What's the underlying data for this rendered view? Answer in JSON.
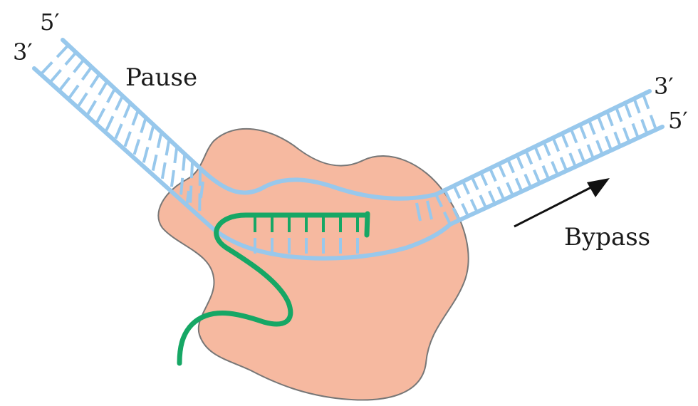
{
  "labels": {
    "left_3prime": "3′",
    "left_5prime": "5′",
    "right_3prime": "3′",
    "right_5prime": "5′",
    "pause": "Pause",
    "bypass": "Bypass"
  },
  "colors": {
    "enzyme_fill": "#f6b9a0",
    "enzyme_outline": "#777777",
    "dna": "#98c8ec",
    "rna": "#16a765",
    "arrow": "#111111"
  }
}
